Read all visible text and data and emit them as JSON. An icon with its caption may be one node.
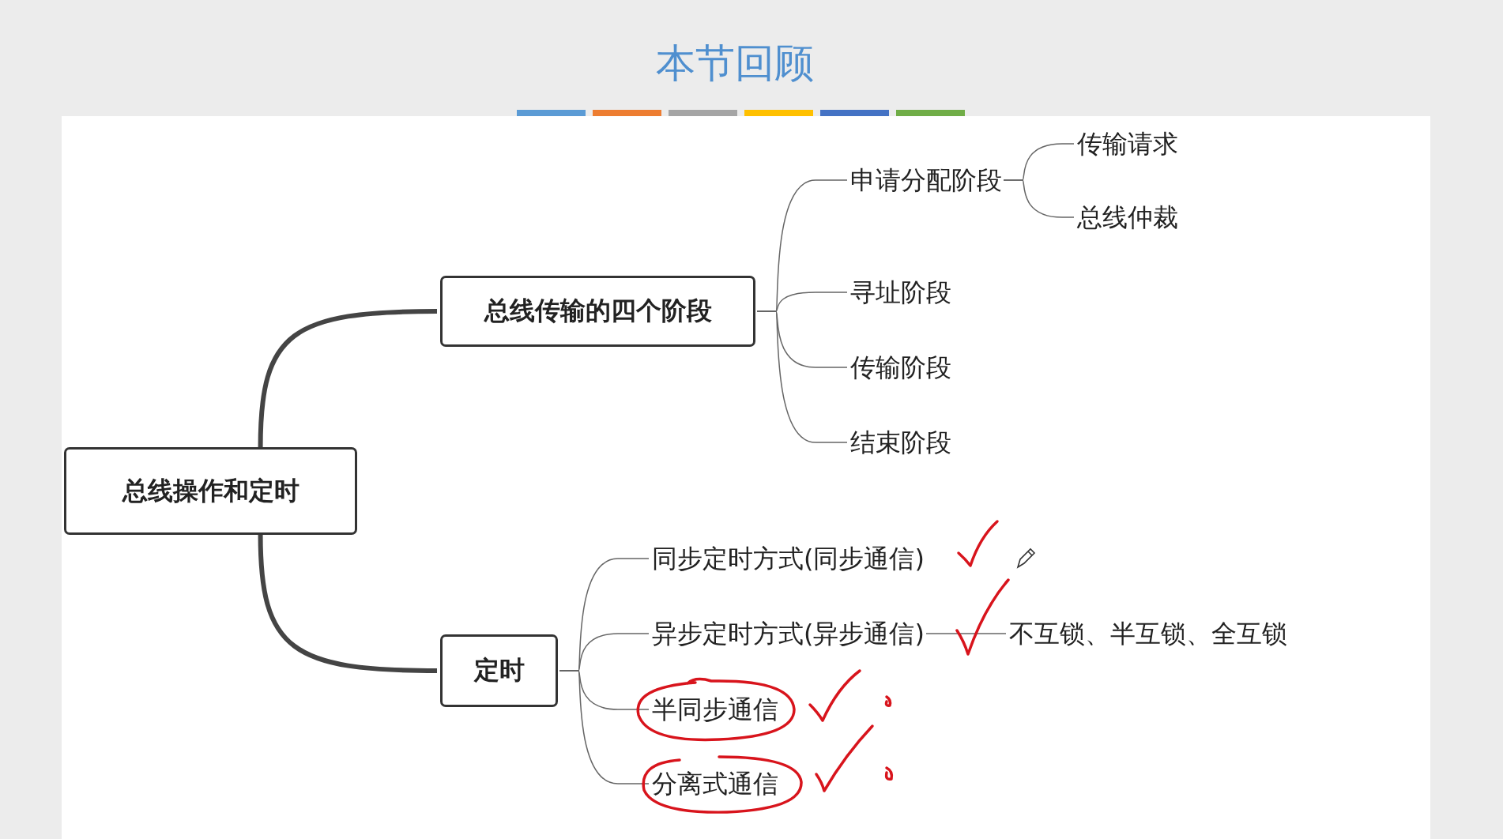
{
  "diagram": {
    "title": "本节回顾",
    "nodes": [
      {
        "text": [
          "总线操作和定时"
        ]
      },
      {
        "text": [
          "总线传输的四个阶段"
        ]
      },
      {
        "text": [
          "申请分配阶段"
        ]
      },
      {
        "text": [
          "传输请求"
        ]
      },
      {
        "text": [
          "总线仲裁"
        ]
      },
      {
        "text": [
          "寻址阶段"
        ]
      },
      {
        "text": [
          "传输阶段"
        ]
      },
      {
        "text": [
          "结束阶段"
        ]
      },
      {
        "text": [
          "定时"
        ]
      },
      {
        "text": [
          "同步定时方式(同步通信)"
        ]
      },
      {
        "text": [
          "异步定时方式(异步通信)"
        ]
      },
      {
        "text": [
          "不互锁、半互锁、全互锁"
        ]
      },
      {
        "text": [
          "半同步通信"
        ]
      },
      {
        "text": [
          "分离式通信"
        ]
      }
    ],
    "edges": [
      {
        "from": 0,
        "to": 1,
        "arrow": "none",
        "style": "thick"
      },
      {
        "from": 0,
        "to": 8,
        "arrow": "none",
        "style": "thick"
      },
      {
        "from": 1,
        "to": 2,
        "arrow": "none"
      },
      {
        "from": 1,
        "to": 5,
        "arrow": "none"
      },
      {
        "from": 1,
        "to": 6,
        "arrow": "none"
      },
      {
        "from": 1,
        "to": 7,
        "arrow": "none"
      },
      {
        "from": 2,
        "to": 3,
        "arrow": "none"
      },
      {
        "from": 2,
        "to": 4,
        "arrow": "none"
      },
      {
        "from": 8,
        "to": 9,
        "arrow": "none"
      },
      {
        "from": 8,
        "to": 10,
        "arrow": "none"
      },
      {
        "from": 8,
        "to": 12,
        "arrow": "none"
      },
      {
        "from": 8,
        "to": 13,
        "arrow": "none"
      },
      {
        "from": 10,
        "to": 11,
        "arrow": "none"
      }
    ]
  }
}
